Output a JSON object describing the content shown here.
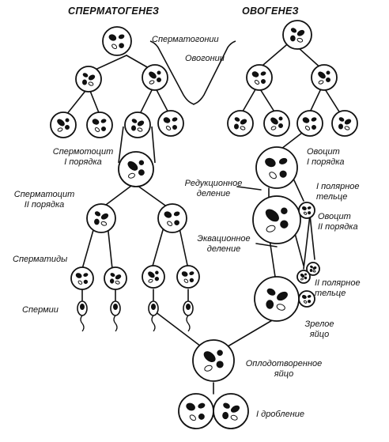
{
  "titles": {
    "left": "СПЕРМАТОГЕНЕЗ",
    "right": "ОВОГЕНЕЗ"
  },
  "labels": {
    "spermatogonia": "Сперматогонии",
    "oogonia": "Овогонии",
    "spermatocyte1": [
      "Спермотоцит",
      "I порядка"
    ],
    "oocyte1": [
      "Овоцит",
      "I порядка"
    ],
    "reduction": [
      "Редукционное",
      "деление"
    ],
    "polar1": [
      "I полярное",
      "тельце"
    ],
    "spermatocyte2": [
      "Сперматоцит",
      "II порядка"
    ],
    "oocyte2": [
      "Овоцит",
      "II порядка"
    ],
    "equational": [
      "Эквационное",
      "деление"
    ],
    "spermatids": "Сперматиды",
    "polar2": [
      "II полярное",
      "тельце"
    ],
    "sperm": "Спермии",
    "mature_egg": [
      "Зрелое",
      "яйцо"
    ],
    "zygote": [
      "Оплодотворенное",
      "яйцо"
    ],
    "cleavage": "I дробление"
  }
}
